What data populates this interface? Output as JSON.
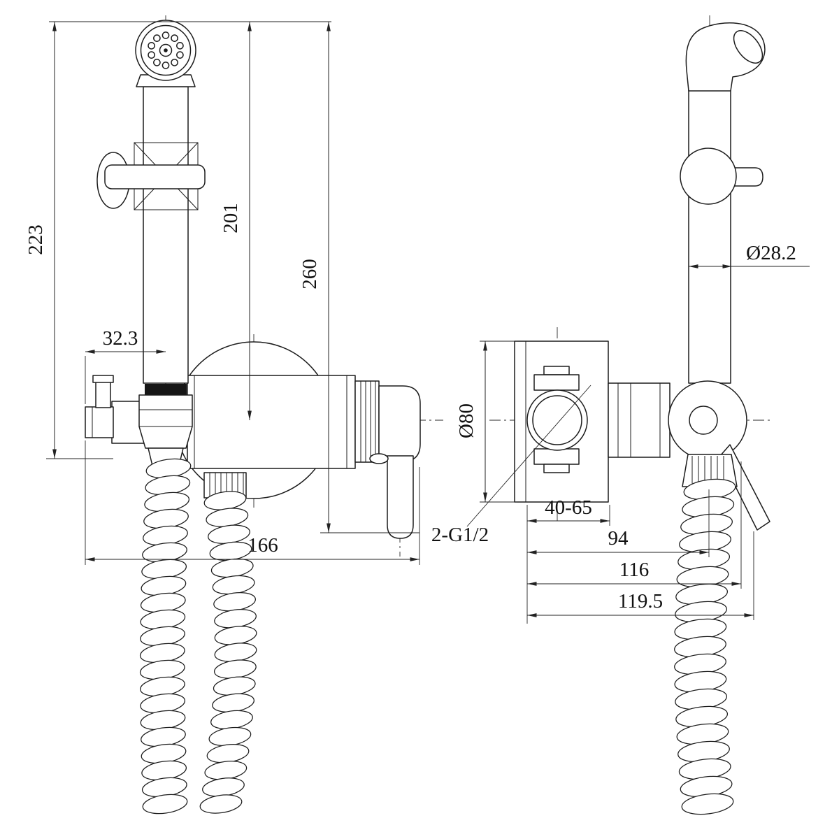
{
  "drawing": {
    "front_view": {
      "dim_total_height": "223",
      "dim_body_height": "201",
      "dim_height_to_outlet": "260",
      "dim_offset": "32.3",
      "dim_total_width": "166"
    },
    "side_view": {
      "dim_handle_diameter": "Ø28.2",
      "dim_flange_diameter": "Ø80",
      "thread_note": "2-G1/2",
      "dim_wall_depth_range": "40-65",
      "dim_depth_a": "94",
      "dim_depth_b": "116",
      "dim_depth_c": "119.5"
    }
  }
}
